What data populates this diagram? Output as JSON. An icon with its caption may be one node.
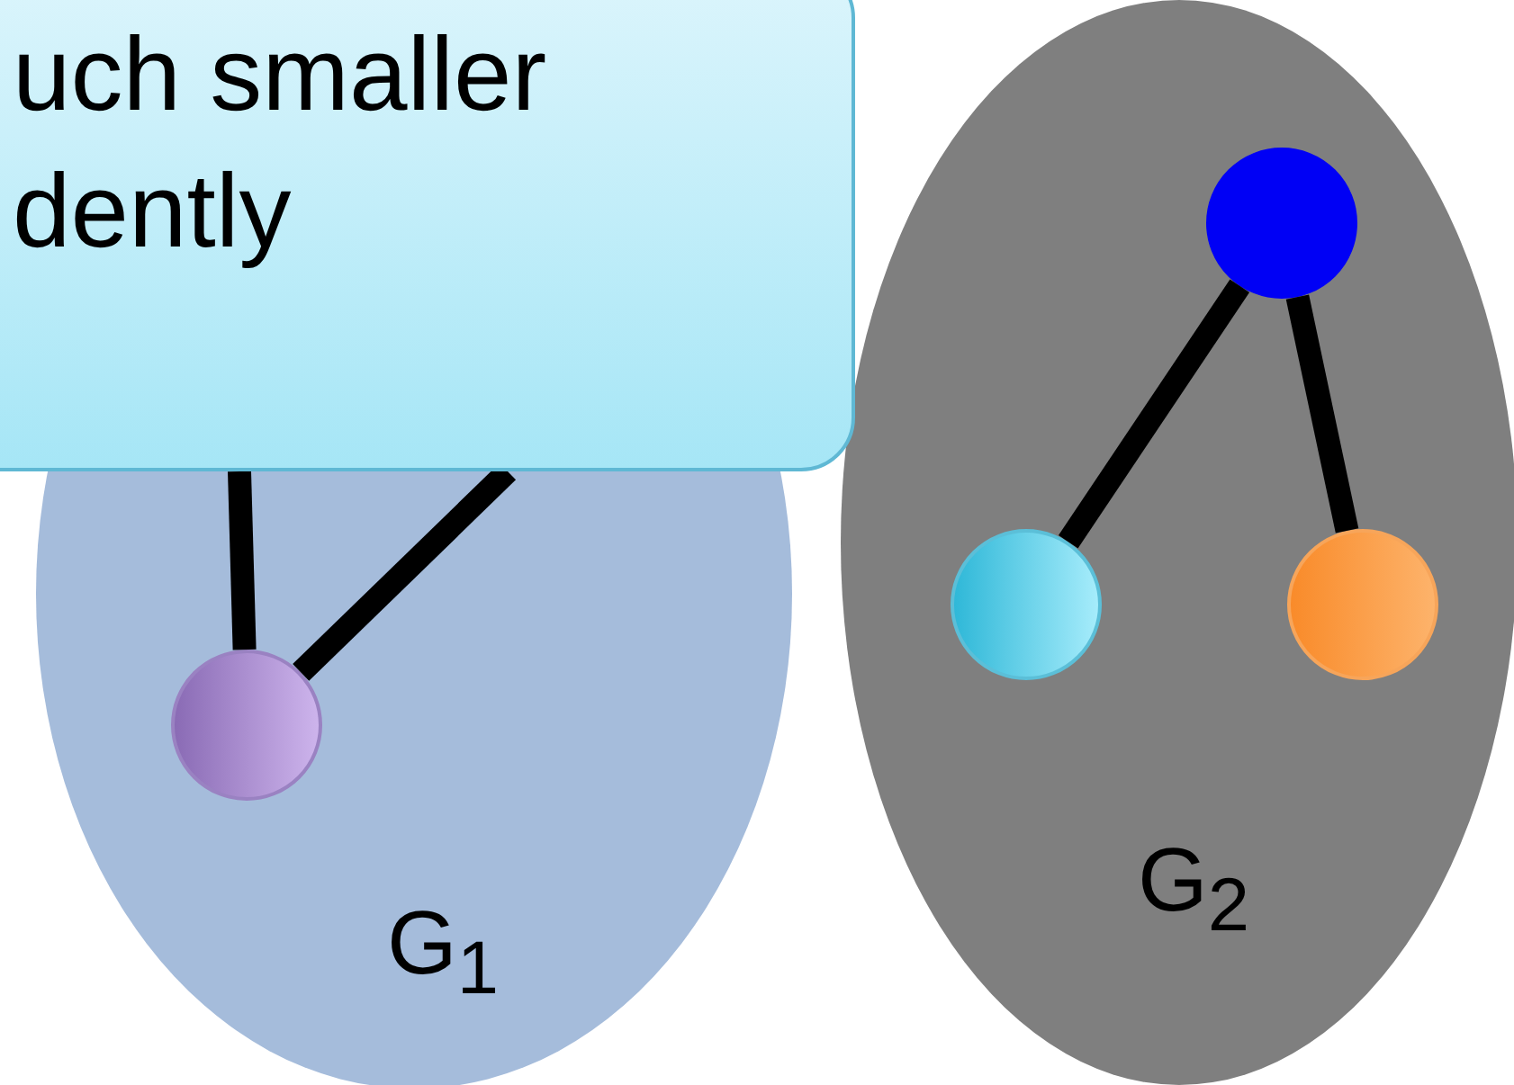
{
  "diagram": {
    "nodes": [
      {
        "text": [
          "G$_{1}$"
        ]
      },
      {
        "text": [
          "uch smaller dently"
        ]
      },
      {
        "text": [],
        "shape": "circle",
        "in": 0
      },
      {
        "text": [
          "G$_{2}$"
        ]
      },
      {
        "text": [],
        "shape": "circle",
        "in": 3
      },
      {
        "text": [],
        "shape": "circle",
        "in": 3
      },
      {
        "text": [],
        "shape": "circle",
        "in": 3
      }
    ],
    "edges": [
      {
        "from": 2,
        "to": 1,
        "arrow": "none"
      },
      {
        "from": 2,
        "to": 1,
        "arrow": "none"
      },
      {
        "from": 4,
        "to": 5,
        "arrow": "none"
      },
      {
        "from": 4,
        "to": 6,
        "arrow": "none"
      }
    ]
  }
}
